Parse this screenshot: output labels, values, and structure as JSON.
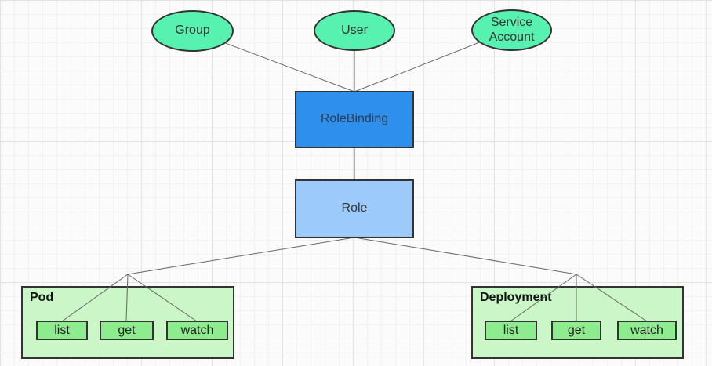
{
  "diagram": {
    "nodes": {
      "group": {
        "label": "Group"
      },
      "user": {
        "label": "User"
      },
      "service_account": {
        "label": "Service Account"
      },
      "role_binding": {
        "label": "RoleBinding"
      },
      "role": {
        "label": "Role"
      },
      "pod": {
        "title": "Pod",
        "verbs": [
          "list",
          "get",
          "watch"
        ]
      },
      "deployment": {
        "title": "Deployment",
        "verbs": [
          "list",
          "get",
          "watch"
        ]
      }
    },
    "colors": {
      "subject_fill": "#57f1b0",
      "role_binding_fill": "#2e90ec",
      "role_fill": "#9ccafb",
      "resource_fill": "#cbf6c7",
      "verb_fill": "#8dec8d",
      "border": "#333333",
      "connector": "#666666",
      "grid_minor": "#f1f1f1",
      "grid_major": "#e3e3e3"
    }
  }
}
